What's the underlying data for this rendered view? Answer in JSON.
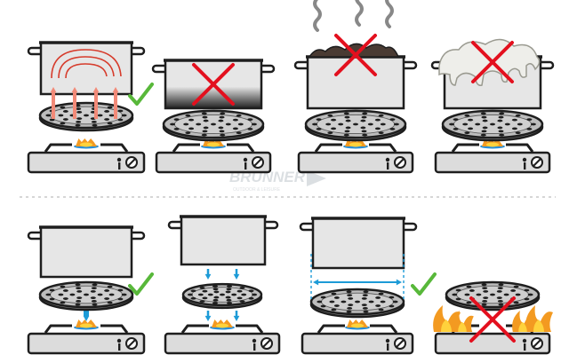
{
  "watermark": {
    "brand": "BRUNNER",
    "tagline": "OUTDOOR & LEISURE"
  },
  "colors": {
    "outline": "#1e1e1e",
    "pot_fill": "#e6e6e6",
    "stove_fill": "#dcdcdc",
    "plate_fill": "#bdbdbd",
    "cross": "#e3101e",
    "check": "#58b83a",
    "heat_arrow": "#f28a78",
    "guide_arrow": "#1d9bd7",
    "flame_outer": "#f39a21",
    "flame_inner": "#ffd23c",
    "burner_ring": "#2a8fd6",
    "smoke": "#888888",
    "burnt_food": "#4a3b33",
    "foam": "#eeeeea",
    "divider": "#c8c8c8"
  },
  "panels": [
    {
      "id": "heat-circulation",
      "row": 1,
      "verdict": "correct"
    },
    {
      "id": "pot-too-wide",
      "row": 1,
      "verdict": "wrong"
    },
    {
      "id": "burning-food",
      "row": 1,
      "verdict": "wrong"
    },
    {
      "id": "boiling-over",
      "row": 1,
      "verdict": "wrong"
    },
    {
      "id": "plate-on-burner",
      "row": 2,
      "verdict": "correct"
    },
    {
      "id": "plate-centered",
      "row": 2,
      "verdict": "neutral"
    },
    {
      "id": "plate-matches-pot",
      "row": 2,
      "verdict": "correct"
    },
    {
      "id": "no-pot-on-plate",
      "row": 2,
      "verdict": "wrong"
    }
  ]
}
